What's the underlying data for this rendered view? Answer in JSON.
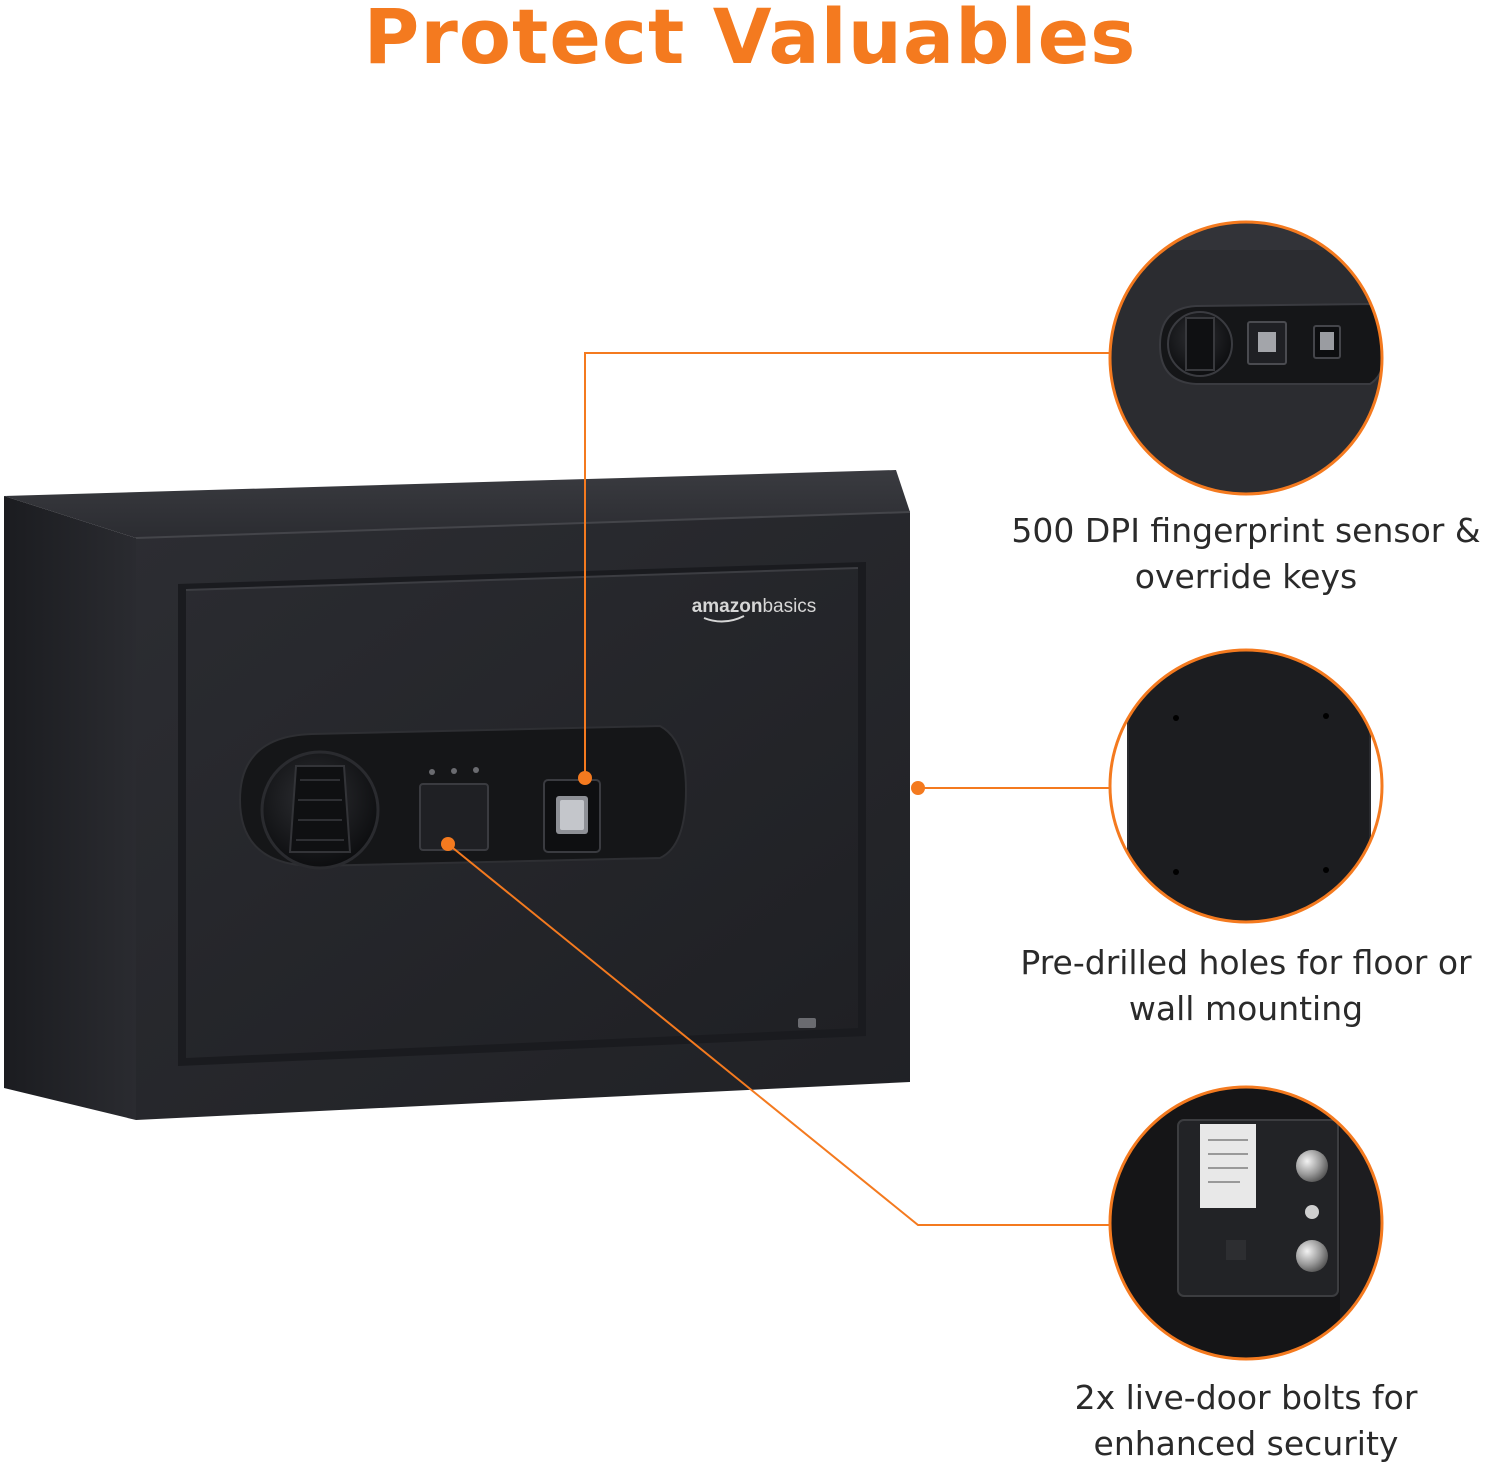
{
  "title": "Protect Valuables",
  "brand": {
    "logo_text": "amazonbasics",
    "logo_bold": "amazon",
    "logo_light": "basics"
  },
  "colors": {
    "accent": "#f47a1f",
    "safe_body": "#232428",
    "caption_text": "#2a2a2a"
  },
  "features": [
    {
      "line1": "500 DPI fingerprint sensor &",
      "line2": "override keys",
      "image": "keypad-closeup"
    },
    {
      "line1": "Pre-drilled holes for floor or",
      "line2": "wall mounting",
      "image": "mounting-holes-closeup"
    },
    {
      "line1": "2x live-door bolts for",
      "line2": "enhanced security",
      "image": "door-bolts-closeup"
    }
  ]
}
